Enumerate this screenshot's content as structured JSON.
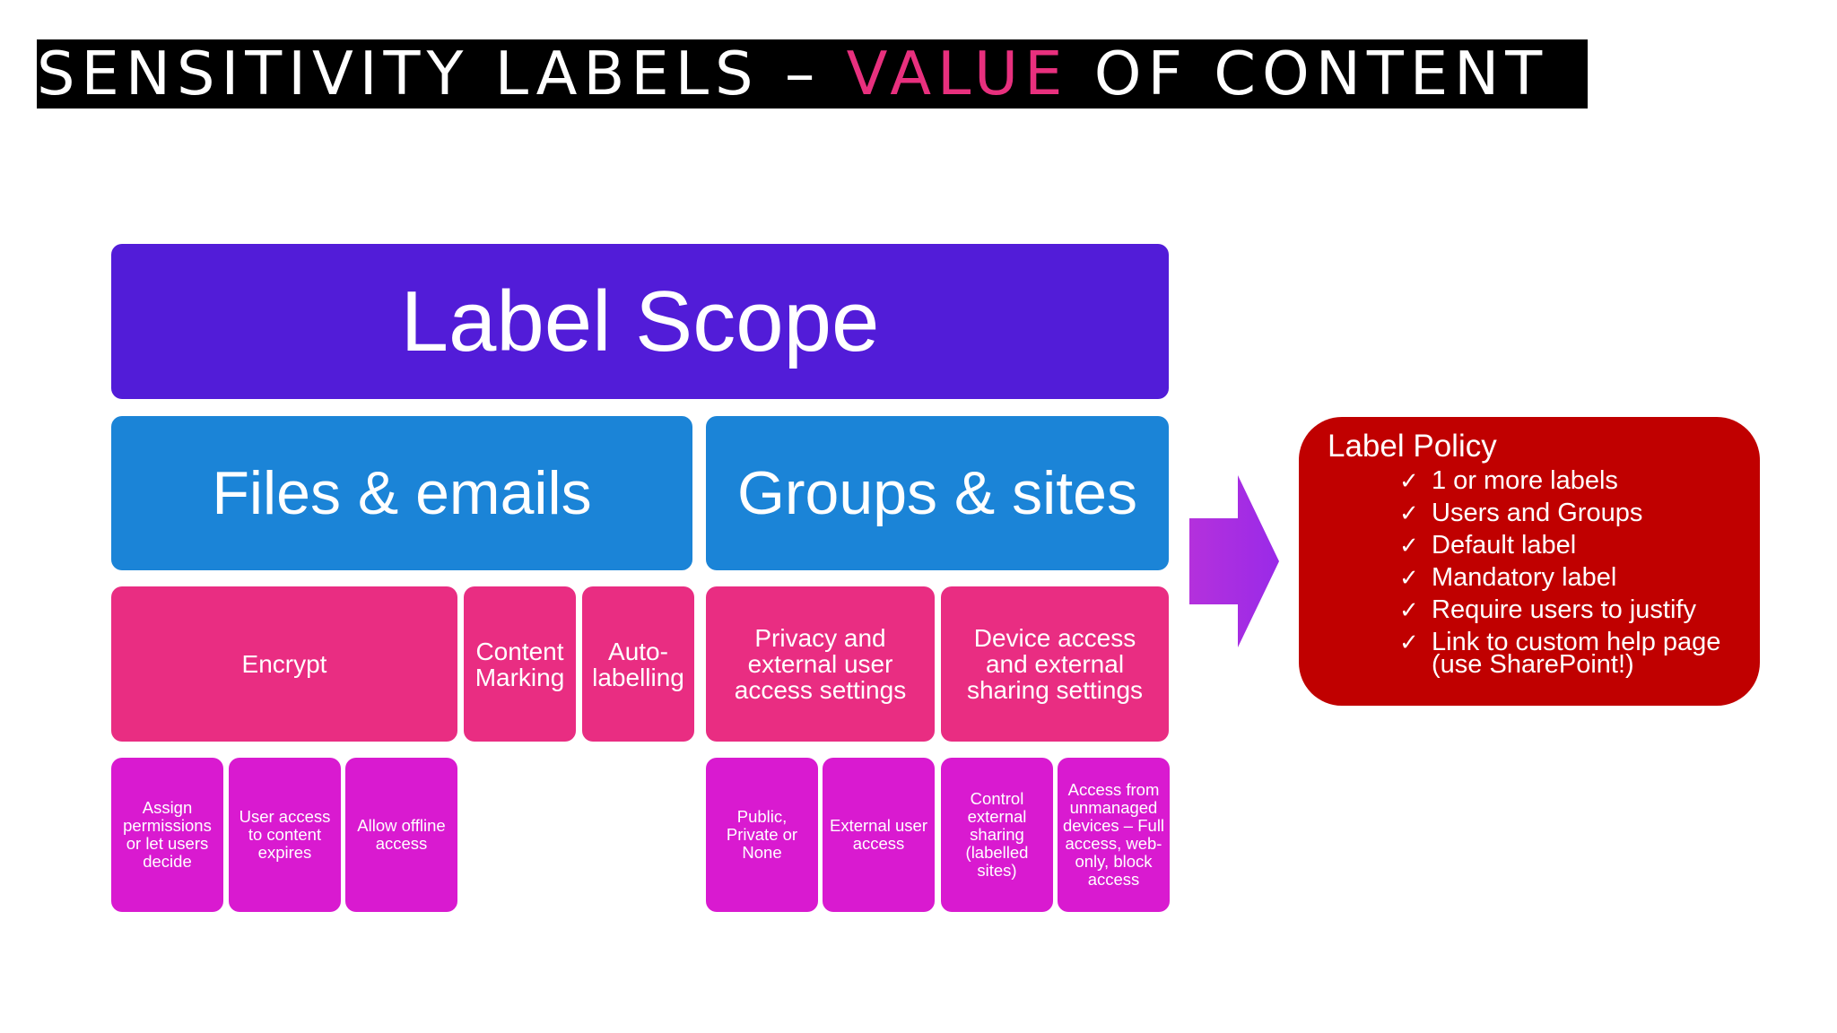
{
  "title": {
    "part1": "SENSITIVITY LABELS – ",
    "accent": "VALUE",
    "part2": " OF CONTENT"
  },
  "scope": {
    "label": "Label Scope"
  },
  "categories": [
    {
      "label": "Files & emails"
    },
    {
      "label": "Groups & sites"
    }
  ],
  "features": [
    {
      "label": "Encrypt"
    },
    {
      "label": "Content Marking"
    },
    {
      "label": "Auto-labelling"
    },
    {
      "label": "Privacy and external user access settings"
    },
    {
      "label": "Device access and external sharing settings"
    }
  ],
  "options": [
    {
      "label": "Assign permissions or let users decide"
    },
    {
      "label": "User access to content expires"
    },
    {
      "label": "Allow offline access"
    },
    {
      "label": "Public, Private or None"
    },
    {
      "label": "External user access"
    },
    {
      "label": "Control external sharing (labelled sites)"
    },
    {
      "label": "Access from unmanaged devices – Full access, web-only, block access"
    }
  ],
  "policy": {
    "title": "Label Policy",
    "items": [
      "1 or more labels",
      "Users and Groups",
      "Default label",
      "Mandatory label",
      "Require users to justify",
      "Link to custom help page (use SharePoint!)"
    ]
  },
  "colors": {
    "title_bg": "#000000",
    "title_accent": "#e8307e",
    "scope": "#521cd8",
    "category": "#1b84d7",
    "feature": "#e92d82",
    "option": "#d91ad0",
    "arrow": "#a12ce3",
    "policy": "#c00000"
  },
  "icons": {
    "arrow": "right-arrow-icon",
    "check": "checkmark-icon"
  }
}
